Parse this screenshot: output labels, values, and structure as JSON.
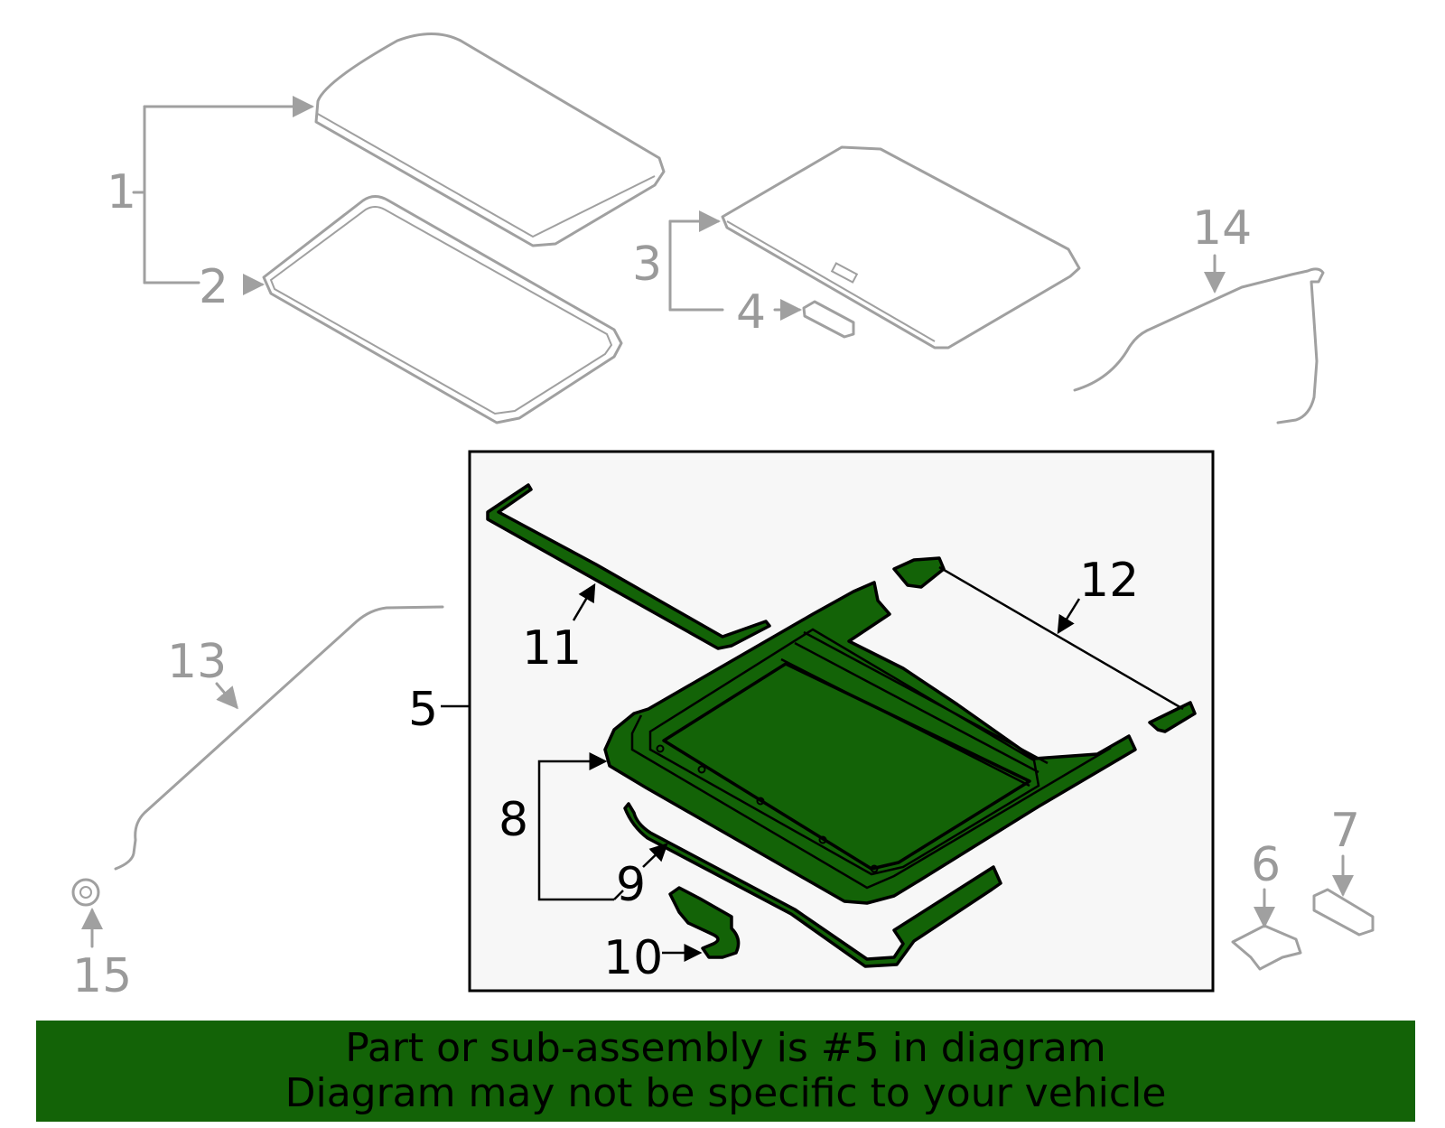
{
  "diagram": {
    "callouts": {
      "c1": "1",
      "c2": "2",
      "c3": "3",
      "c4": "4",
      "c5": "5",
      "c6": "6",
      "c7": "7",
      "c8": "8",
      "c9": "9",
      "c10": "10",
      "c11": "11",
      "c12": "12",
      "c13": "13",
      "c14": "14",
      "c15": "15"
    },
    "highlighted_part": "5",
    "colors": {
      "highlight": "#136307",
      "inactive": "#a0a0a0",
      "panel": "#f7f7f7"
    }
  },
  "banner": {
    "line1": "Part or sub-assembly is #5 in diagram",
    "line2": "Diagram may not be specific to your vehicle"
  }
}
